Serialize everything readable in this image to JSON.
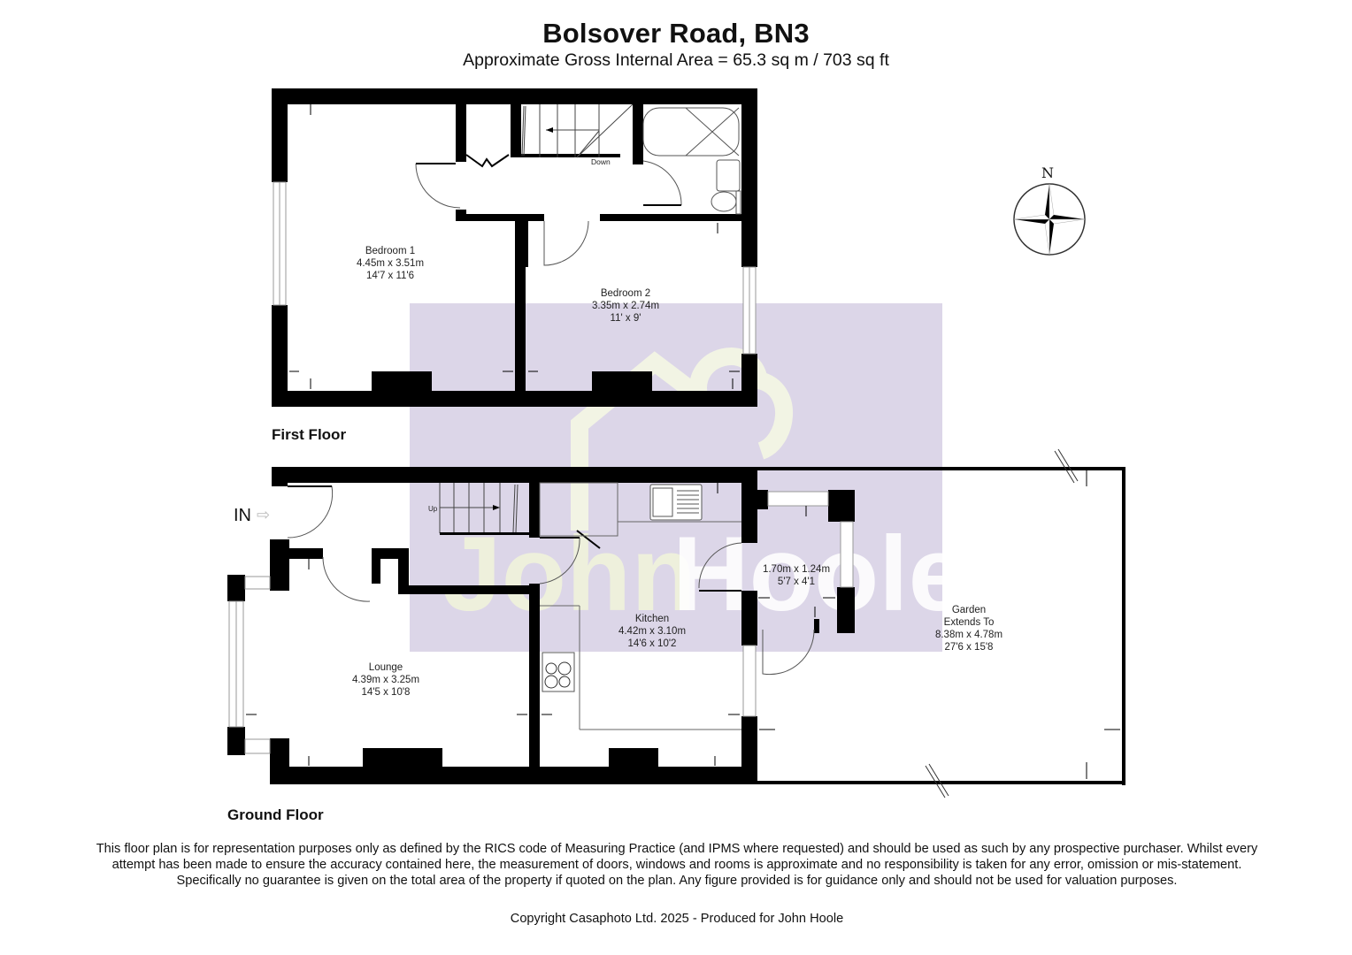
{
  "header": {
    "title": "Bolsover Road, BN3",
    "subtitle": "Approximate Gross Internal Area = 65.3 sq m / 703 sq ft"
  },
  "colors": {
    "walls": "#000000",
    "watermark_bg": "#dcd6e8",
    "watermark_logo": "#f2f4e4",
    "background": "#ffffff"
  },
  "watermark": {
    "brand": "JohnHoole",
    "icon": "house-cloud-icon"
  },
  "compass": {
    "label": "N",
    "icon": "compass-rose-icon"
  },
  "first_floor": {
    "label": "First Floor",
    "rooms": [
      {
        "name": "Bedroom 1",
        "metric": "4.45m x 3.51m",
        "imperial": "14'7 x 11'6"
      },
      {
        "name": "Bedroom 2",
        "metric": "3.35m x 2.74m",
        "imperial": "11' x 9'"
      }
    ],
    "stairs_label": "Down"
  },
  "ground_floor": {
    "label": "Ground Floor",
    "entrance_label": "IN",
    "stairs_label": "Up",
    "rooms": [
      {
        "name": "Lounge",
        "metric": "4.39m x 3.25m",
        "imperial": "14'5 x 10'8"
      },
      {
        "name": "Kitchen",
        "metric": "4.42m x 3.10m",
        "imperial": "14'6 x 10'2"
      },
      {
        "name": "",
        "metric": "1.70m x 1.24m",
        "imperial": "5'7 x 4'1"
      },
      {
        "name": "Garden",
        "extra": "Extends To",
        "metric": "8.38m x 4.78m",
        "imperial": "27'6 x 15'8"
      }
    ]
  },
  "footer": {
    "disclaimer": "This floor plan is for representation purposes only as defined by the RICS code of Measuring Practice (and IPMS where requested) and should be used as such by any prospective purchaser. Whilst every attempt has been made to ensure the accuracy contained here, the measurement of doors, windows and rooms is approximate and no responsibility is taken for any error, omission or mis-statement. Specifically no guarantee is given on the total area of the property if quoted on the plan. Any figure provided is for guidance only and should not be used for valuation purposes.",
    "copyright": "Copyright Casaphoto Ltd. 2025 - Produced for John Hoole"
  }
}
